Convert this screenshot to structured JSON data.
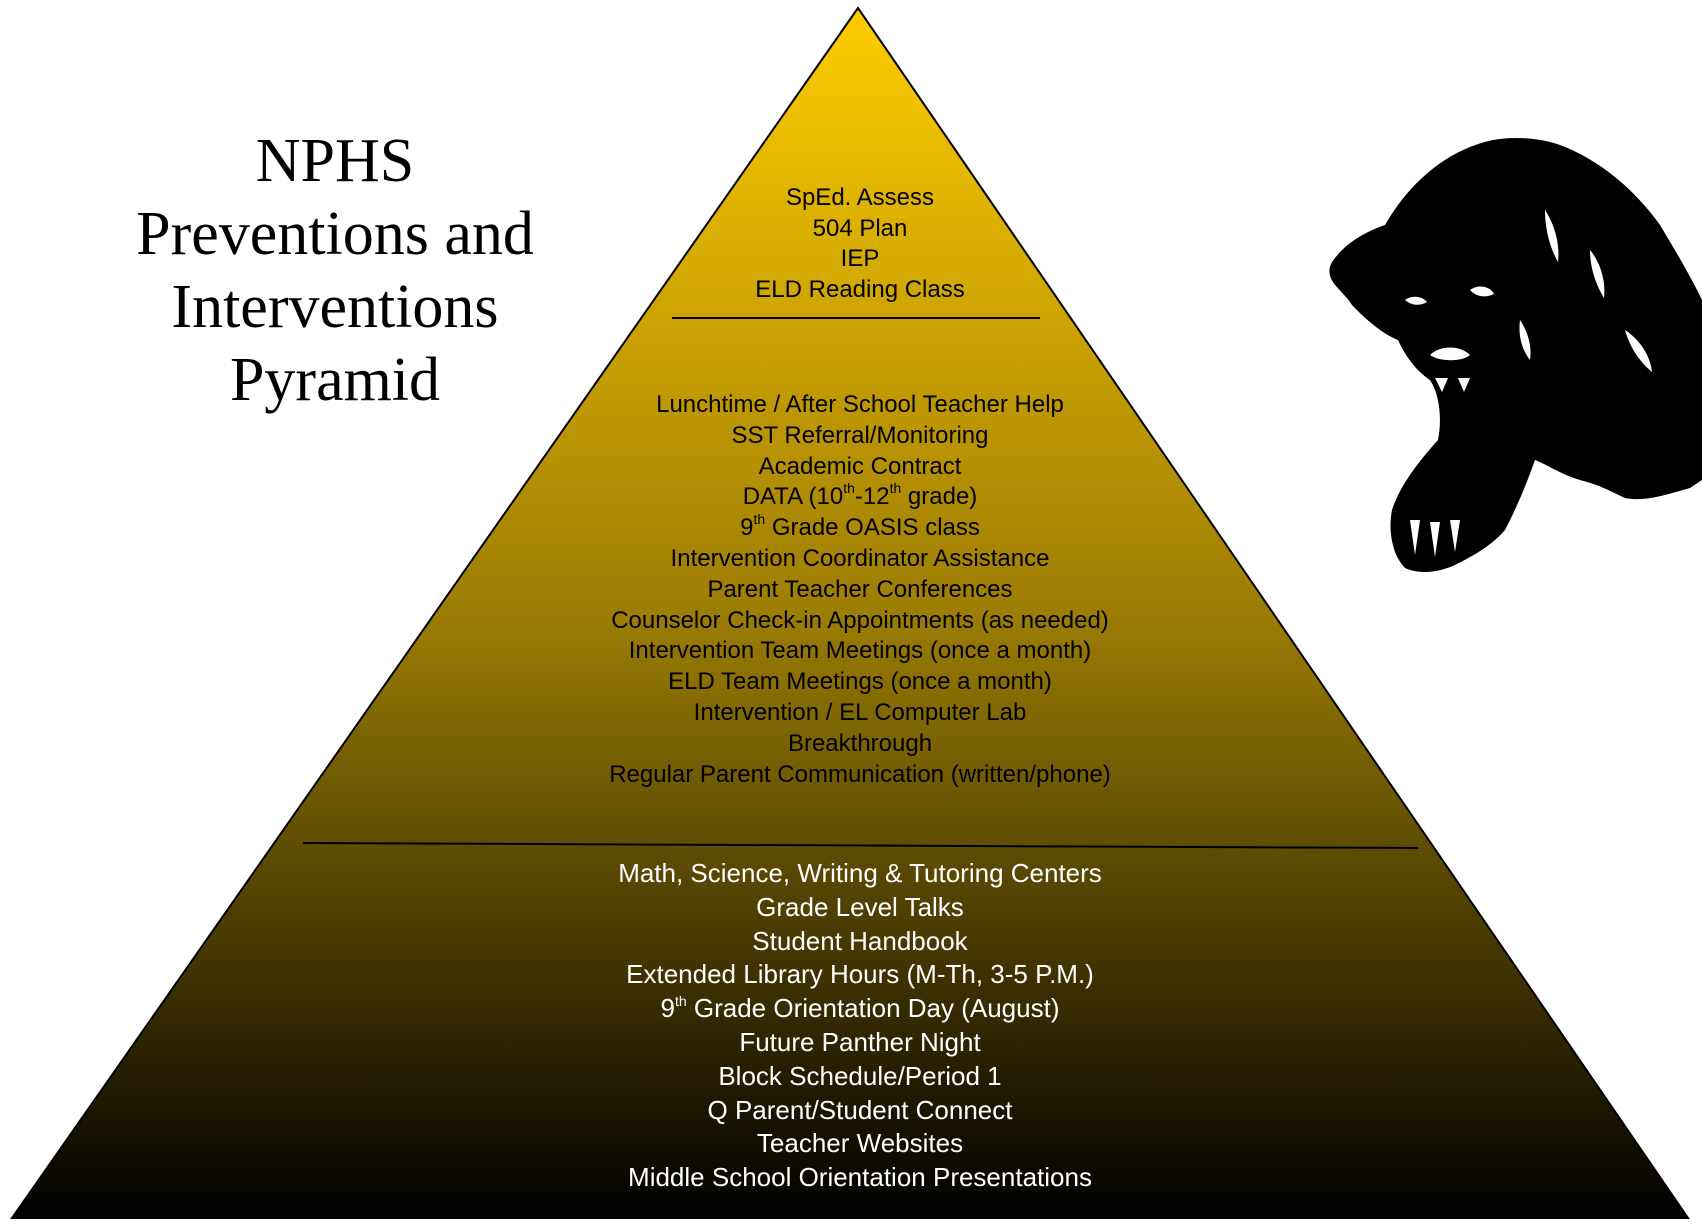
{
  "title": {
    "lines": [
      "NPHS",
      "Preventions and",
      "Interventions",
      "Pyramid"
    ]
  },
  "tiers": {
    "top": {
      "items": [
        "SpEd. Assess",
        "504 Plan",
        "IEP",
        "ELD Reading Class"
      ]
    },
    "middle": {
      "items": [
        "Lunchtime / After School Teacher Help",
        "SST Referral/Monitoring",
        "Academic Contract",
        "grade)",
        "Grade OASIS class",
        "Intervention Coordinator Assistance",
        "Parent Teacher Conferences",
        "Counselor Check-in Appointments (as needed)",
        "Intervention Team Meetings (once a month)",
        "ELD Team Meetings (once a month)",
        "Intervention / EL Computer Lab",
        "Breakthrough",
        "Regular Parent Communication (written/phone)"
      ],
      "data_prefix": "DATA (10",
      "data_sup1": "th",
      "data_mid": "-12",
      "data_sup2": "th",
      "ninth_num": "9",
      "ninth_sup": "th"
    },
    "base": {
      "items": [
        "Math, Science, Writing & Tutoring Centers",
        "Grade Level Talks",
        "Student Handbook",
        "Extended Library Hours (M-Th, 3-5 P.M.)",
        "Grade Orientation Day (August)",
        "Future Panther Night",
        "Block Schedule/Period 1",
        "Q Parent/Student Connect",
        "Teacher Websites",
        "Middle School Orientation Presentations"
      ],
      "ninth_num": "9",
      "ninth_sup": "th"
    }
  },
  "colors": {
    "pyramid_top": "#ffcc00",
    "pyramid_mid": "#9c7d05",
    "pyramid_bottom": "#000000",
    "outline": "#000000",
    "panther": "#000000"
  },
  "icons": {
    "mascot": "panther-icon"
  }
}
